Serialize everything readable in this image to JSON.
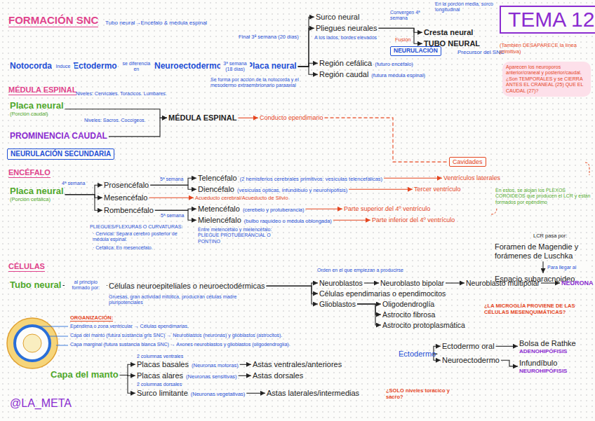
{
  "diagram": {
    "title": "TEMA 12",
    "nodes": [
      {
        "text": [
          "Notocorda"
        ]
      },
      {
        "text": [
          "Ectodermo"
        ]
      },
      {
        "text": [
          "Neuroectodermo"
        ]
      },
      {
        "text": [
          "Placa neural"
        ]
      },
      {
        "text": [
          "Surco neural"
        ]
      },
      {
        "text": [
          "Pliegues neurales"
        ]
      },
      {
        "text": [
          "Cresta neural"
        ]
      },
      {
        "text": [
          "TUBO NEURAL"
        ]
      },
      {
        "text": [
          "Región cefálica",
          "(futuro encéfalo)"
        ]
      },
      {
        "text": [
          "Región caudal",
          "(futura médula espinal)"
        ]
      },
      {
        "text": [
          "Placa neural",
          "(Porción caudal)"
        ]
      },
      {
        "text": [
          "PROMINENCIA CAUDAL"
        ]
      },
      {
        "text": [
          "NEURULACIÓN SECUNDARIA"
        ]
      },
      {
        "text": [
          "MÉDULA ESPINAL"
        ]
      },
      {
        "text": [
          "Conducto ependimario"
        ]
      },
      {
        "text": [
          "Placa neural",
          "(Porción cefálica)"
        ]
      },
      {
        "text": [
          "Prosencéfalo"
        ]
      },
      {
        "text": [
          "Mesencéfalo"
        ]
      },
      {
        "text": [
          "Rombencéfalo"
        ]
      },
      {
        "text": [
          "Telencéfalo",
          "(2 hemisferios cerebrales primitivos: vesículas telencefálicas)"
        ]
      },
      {
        "text": [
          "Diencéfalo",
          "(vesículas ópticas, infundíbulo y neurohipófisis)"
        ]
      },
      {
        "text": [
          "Acueducto cerebral/Acueducto de Silvio"
        ]
      },
      {
        "text": [
          "Metencéfalo",
          "(cerebelo y protuberancia)"
        ]
      },
      {
        "text": [
          "Mielencéfalo",
          "(bulbo raquídeo o médula oblongada)"
        ]
      },
      {
        "text": [
          "Ventrículos laterales"
        ]
      },
      {
        "text": [
          "Tercer ventrículo"
        ]
      },
      {
        "text": [
          "Parte superior del 4º ventrículo"
        ]
      },
      {
        "text": [
          "Parte inferior del 4º ventrículo"
        ]
      },
      {
        "text": [
          "Cavidades"
        ]
      },
      {
        "text": [
          "Foramen de Magendie y forámenes de Luschka"
        ]
      },
      {
        "text": [
          "Espacio subaracnoideo"
        ]
      },
      {
        "text": [
          "Tubo neural"
        ]
      },
      {
        "text": [
          "Células neuroepiteliales o neuroectodérmicas"
        ]
      },
      {
        "text": [
          "Neuroblastos"
        ]
      },
      {
        "text": [
          "Neuroblasto bipolar"
        ]
      },
      {
        "text": [
          "Neuroblasto multipolar"
        ]
      },
      {
        "text": [
          "NEURONA"
        ]
      },
      {
        "text": [
          "Células ependimarias o ependimocitos"
        ]
      },
      {
        "text": [
          "Glioblastos"
        ]
      },
      {
        "text": [
          "Oligodendroglía"
        ]
      },
      {
        "text": [
          "Astrocito fibrosa"
        ]
      },
      {
        "text": [
          "Astrocito protoplasmática"
        ]
      },
      {
        "text": [
          "Capa del manto"
        ]
      },
      {
        "text": [
          "Placas basales",
          "(Neuronas motoras)"
        ]
      },
      {
        "text": [
          "Placas alares",
          "(Neuronas sensitivas)"
        ]
      },
      {
        "text": [
          "Surco limitante",
          "(Neuronas vegetativas)"
        ]
      },
      {
        "text": [
          "Astas ventrales/anteriores"
        ]
      },
      {
        "text": [
          "Astas dorsales"
        ]
      },
      {
        "text": [
          "Astas laterales/intermedias"
        ]
      },
      {
        "text": [
          "Ectodermo"
        ]
      },
      {
        "text": [
          "Ectodermo oral"
        ]
      },
      {
        "text": [
          "Neuroectodermo"
        ]
      },
      {
        "text": [
          "Bolsa de Rathke",
          "ADENOHIPÓFISIS"
        ]
      },
      {
        "text": [
          "Infundíbulo",
          "NEUROHIPÓFISIS"
        ]
      },
      {
        "text": [
          "NEURULACIÓN"
        ]
      }
    ],
    "edges": [
      {
        "from": 0,
        "to": 1,
        "arrow": "to",
        "label": "Induce"
      },
      {
        "from": 1,
        "to": 2,
        "arrow": "to",
        "label": "se diferencia en"
      },
      {
        "from": 2,
        "to": 3,
        "arrow": "to",
        "label": "3ª semana (18 días)"
      },
      {
        "from": 3,
        "to": 4,
        "arrow": "to"
      },
      {
        "from": 3,
        "to": 5,
        "arrow": "to"
      },
      {
        "from": 3,
        "to": 8,
        "arrow": "to"
      },
      {
        "from": 3,
        "to": 9,
        "arrow": "to"
      },
      {
        "from": 5,
        "to": 6,
        "arrow": "to"
      },
      {
        "from": 5,
        "to": 7,
        "arrow": "to"
      },
      {
        "from": 10,
        "to": 13,
        "arrow": "to"
      },
      {
        "from": 11,
        "to": 13,
        "arrow": "to"
      },
      {
        "from": 13,
        "to": 14,
        "arrow": "to"
      },
      {
        "from": 14,
        "to": 28,
        "arrow": "none"
      },
      {
        "from": 15,
        "to": 16,
        "arrow": "to"
      },
      {
        "from": 15,
        "to": 17,
        "arrow": "to"
      },
      {
        "from": 15,
        "to": 18,
        "arrow": "to"
      },
      {
        "from": 16,
        "to": 19,
        "arrow": "to"
      },
      {
        "from": 16,
        "to": 20,
        "arrow": "to"
      },
      {
        "from": 17,
        "to": 21,
        "arrow": "to"
      },
      {
        "from": 18,
        "to": 22,
        "arrow": "to"
      },
      {
        "from": 18,
        "to": 23,
        "arrow": "to"
      },
      {
        "from": 19,
        "to": 24,
        "arrow": "to"
      },
      {
        "from": 20,
        "to": 25,
        "arrow": "to"
      },
      {
        "from": 22,
        "to": 26,
        "arrow": "to"
      },
      {
        "from": 23,
        "to": 27,
        "arrow": "to"
      },
      {
        "from": 29,
        "to": 30,
        "arrow": "to",
        "label": "Para llegar al"
      },
      {
        "from": 31,
        "to": 32,
        "arrow": "to",
        "label": "al principio formado por:"
      },
      {
        "from": 32,
        "to": 33,
        "arrow": "to"
      },
      {
        "from": 32,
        "to": 37,
        "arrow": "to"
      },
      {
        "from": 32,
        "to": 38,
        "arrow": "to"
      },
      {
        "from": 33,
        "to": 34,
        "arrow": "to"
      },
      {
        "from": 34,
        "to": 35,
        "arrow": "to"
      },
      {
        "from": 35,
        "to": 36,
        "arrow": "to"
      },
      {
        "from": 38,
        "to": 39,
        "arrow": "to"
      },
      {
        "from": 38,
        "to": 40,
        "arrow": "to"
      },
      {
        "from": 38,
        "to": 41,
        "arrow": "to"
      },
      {
        "from": 42,
        "to": 43,
        "arrow": "to"
      },
      {
        "from": 42,
        "to": 44,
        "arrow": "to"
      },
      {
        "from": 42,
        "to": 45,
        "arrow": "to"
      },
      {
        "from": 43,
        "to": 46,
        "arrow": "to"
      },
      {
        "from": 44,
        "to": 47,
        "arrow": "to"
      },
      {
        "from": 45,
        "to": 48,
        "arrow": "to"
      },
      {
        "from": 49,
        "to": 50,
        "arrow": "to"
      },
      {
        "from": 49,
        "to": 51,
        "arrow": "to"
      },
      {
        "from": 50,
        "to": 52,
        "arrow": "to"
      },
      {
        "from": 51,
        "to": 53,
        "arrow": "to"
      }
    ],
    "labels": [
      "FORMACIÓN SNC",
      "Tubo neural→Encéfalo & médula espinal",
      "En la porción media, surco longitudinal",
      "Final 3ª semana (20 días)",
      "Convergen 4ª semana",
      "Fusión",
      "A los lados, bordes elevados",
      "Precursor del SNC",
      "Se forma por acción de la notocorda y el mesodermo extraembrionario paraaxial",
      "(También DESAPARECE la línea primitiva)",
      "Aparecen los neuroporos anterior/craneal y posterior/caudal. ¿Son TEMPORALES y se CIERRA ANTES EL CRANEAL (25) QUE EL CAUDAL (27)?",
      "MÉDULA ESPINAL",
      "Niveles: Cervicales. Torácicos. Lumbares.",
      "Niveles: Sacros. Coccígeos.",
      "ENCÉFALO",
      "4ª semana",
      "5ª semana",
      "5ª semana",
      "PLIEGUES/FLEXURAS O CURVATURAS:",
      "· Cervical: Separa cerebro posterior de médula espinal.",
      "· Cefálica: En mesencéfalo.",
      "Entre metencéfalo y mielencéfalo: PLIEGUE PROTUBERANCIAL O PONTINO",
      "En estos, se alojan los PLEXOS COROIDEOS que producen el LCR y están formados por epéndimo",
      "LCR pasa por:",
      "CÉLULAS",
      "Orden en el que empiezan a producirse",
      "Gruesas, gran actividad mitótica, producirán células madre pluripotenciales",
      "¿LA MICROGLÍA PROVIENE DE LAS CÉLULAS MESENQUIMÁTICAS?",
      "ORGANIZACIÓN:",
      "Epéndima o zona ventricular → Células ependimarias.",
      "Capa del manto (futura sustancia gris SNC) → Neuroblastos (neuronas) y glioblastos (astrocitos).",
      "Capa marginal (futura sustancia blanca SNC) → Axones neuroblastos y glioblastos (oligodendroglía).",
      "2 columnas ventrales",
      "2 columnas dorsales",
      "¿SOLO niveles torácico y sacro?",
      "@LA_META"
    ]
  }
}
